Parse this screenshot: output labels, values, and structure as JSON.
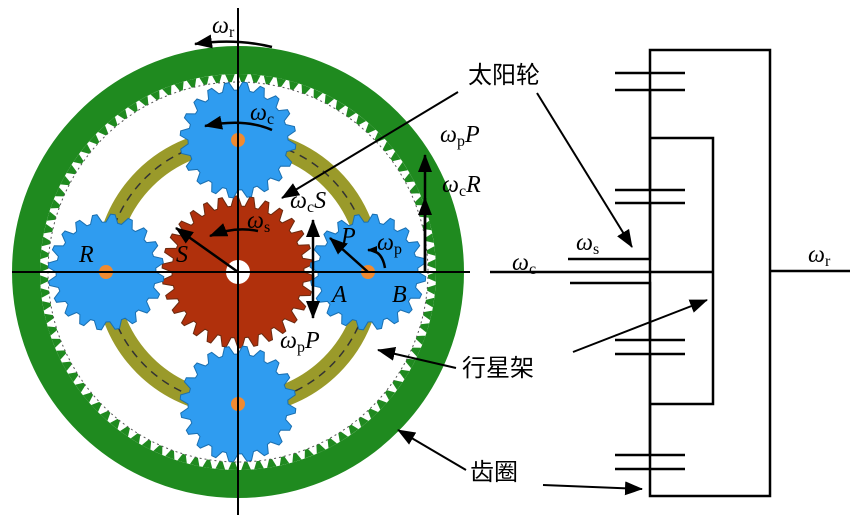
{
  "colors": {
    "ring": "#1f8a1f",
    "planet": "#2f9cf0",
    "sun": "#b0300c",
    "carrier": "#9a9a2a",
    "pin": "#f08a30"
  },
  "labels": {
    "sun_gear": "太阳轮",
    "carrier": "行星架",
    "ring_gear": "齿圈"
  },
  "symbols": {
    "omega": "ω",
    "r": "r",
    "c": "c",
    "s": "s",
    "p": "p",
    "R": "R",
    "S": "S",
    "P": "P",
    "A": "A",
    "B": "B"
  }
}
